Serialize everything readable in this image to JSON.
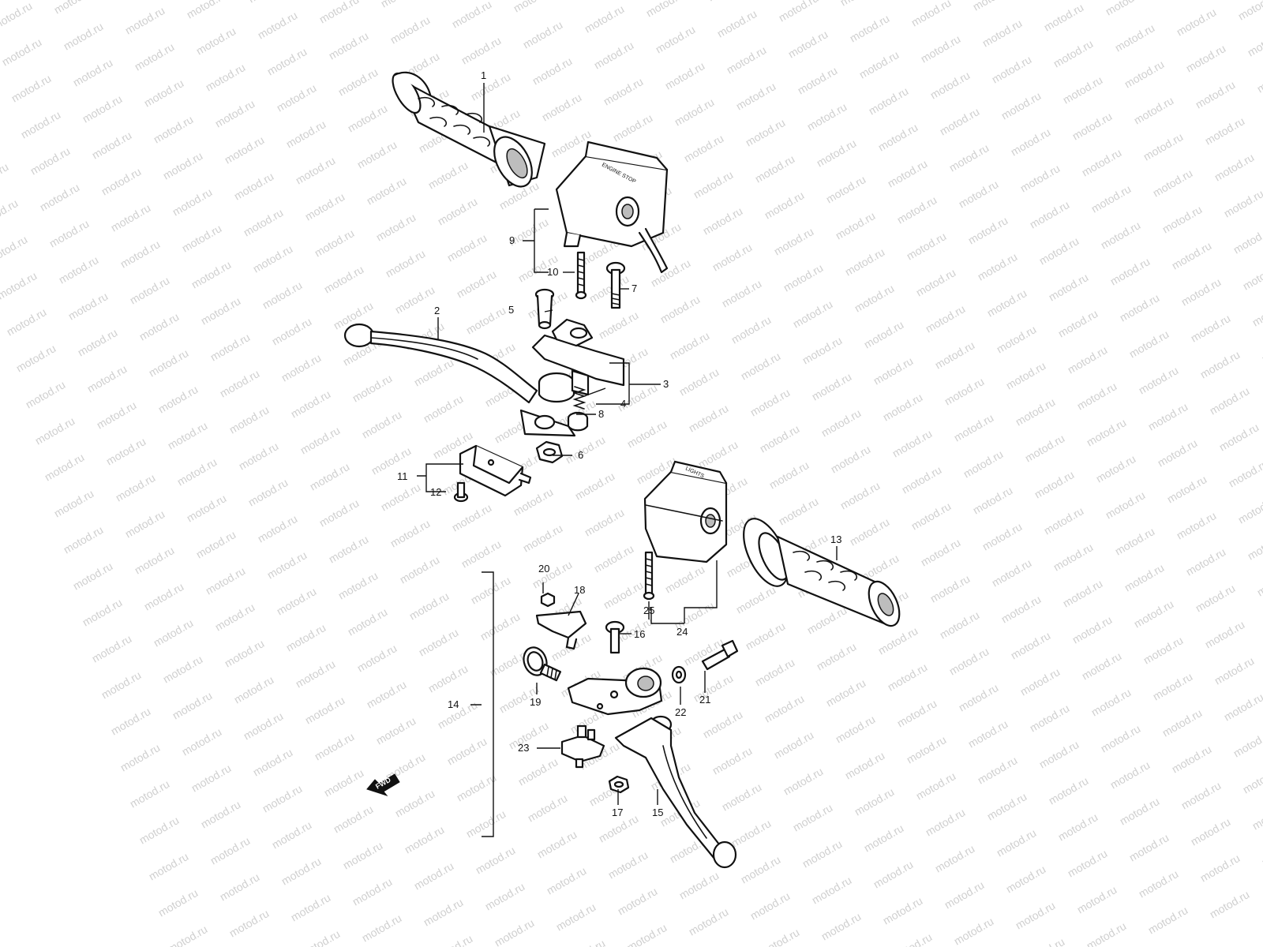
{
  "watermark": "motod.ru",
  "fwd_label": "FWD",
  "housing_labels": {
    "upper": "ENGINE STOP",
    "lower": "LIGHTS"
  },
  "callouts": [
    "1",
    "2",
    "3",
    "4",
    "5",
    "6",
    "7",
    "8",
    "9",
    "10",
    "11",
    "12",
    "13",
    "14",
    "15",
    "16",
    "17",
    "18",
    "19",
    "20",
    "21",
    "22",
    "23",
    "24",
    "25"
  ],
  "colors": {
    "line": "#111111",
    "fill": "#ffffff",
    "shade": "#bdbdbd",
    "watermark": "#cfcfcf"
  }
}
